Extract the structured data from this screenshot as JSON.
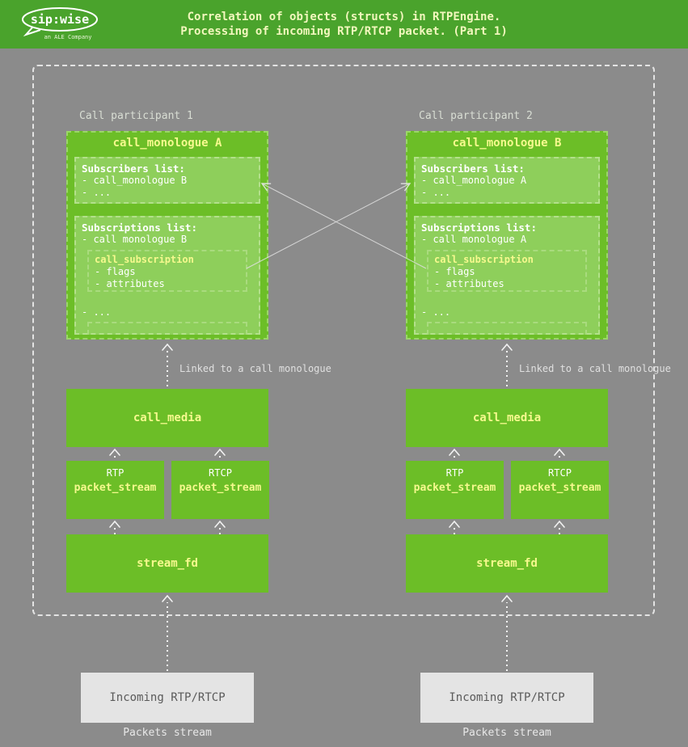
{
  "header": {
    "logo_text": "sip:wise",
    "logo_sub": "an ALE Company",
    "title_line1": "Correlation of objects (structs) in RTPEngine.",
    "title_line2": "Processing of incoming RTP/RTCP packet. (Part 1)"
  },
  "colors": {
    "header_green": "#4aa32c",
    "box_green": "#6cbe27",
    "inner_green": "#8ecf5b",
    "accent_yellow": "#f6f98e",
    "background_gray": "#8b8b8b"
  },
  "participants": [
    {
      "label": "Call participant 1",
      "monologue_title": "call_monologue A",
      "subscribers_title": "Subscribers list:",
      "subscribers_item1": "- call_monologue B",
      "subscribers_item2": "- ...",
      "subscriptions_title": "Subscriptions list:",
      "subscriptions_item1": "- call monologue B",
      "subscription_title": "call_subscription",
      "subscription_item1": "- flags",
      "subscription_item2": "- attributes",
      "subscriptions_more": "- ...",
      "linked_label": "Linked to a call monologue",
      "call_media": "call_media",
      "rtp_label": "RTP",
      "rtcp_label": "RTCP",
      "packet_stream_rtp": "packet_stream",
      "packet_stream_rtcp": "packet_stream",
      "stream_fd": "stream_fd",
      "incoming": "Incoming RTP/RTCP",
      "packets_stream": "Packets stream"
    },
    {
      "label": "Call participant 2",
      "monologue_title": "call_monologue B",
      "subscribers_title": "Subscribers list:",
      "subscribers_item1": "- call_monologue A",
      "subscribers_item2": "- ...",
      "subscriptions_title": "Subscriptions list:",
      "subscriptions_item1": "- call monologue A",
      "subscription_title": "call_subscription",
      "subscription_item1": "- flags",
      "subscription_item2": "- attributes",
      "subscriptions_more": "- ...",
      "linked_label": "Linked to a call monologue",
      "call_media": "call_media",
      "rtp_label": "RTP",
      "rtcp_label": "RTCP",
      "packet_stream_rtp": "packet_stream",
      "packet_stream_rtcp": "packet_stream",
      "stream_fd": "stream_fd",
      "incoming": "Incoming RTP/RTCP",
      "packets_stream": "Packets stream"
    }
  ]
}
